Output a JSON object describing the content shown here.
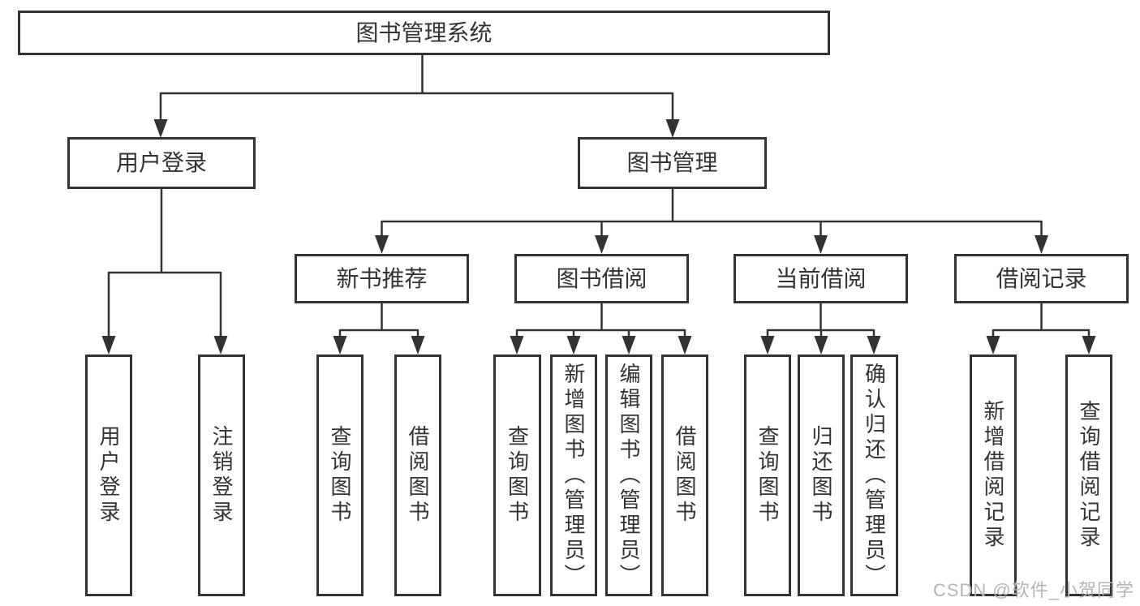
{
  "diagram": {
    "root": "图书管理系统",
    "level2": [
      "用户登录",
      "图书管理"
    ],
    "level3": [
      "新书推荐",
      "图书借阅",
      "当前借阅",
      "借阅记录"
    ],
    "leaves": {
      "user_login": [
        "用户登录",
        "注销登录"
      ],
      "new_book_recommend": [
        "查询图书",
        "借阅图书"
      ],
      "book_borrow": [
        "查询图书",
        "新增图书（管理员）",
        "编辑图书（管理员）",
        "借阅图书"
      ],
      "current_borrow": [
        "查询图书",
        "归还图书",
        "确认归还（管理员）"
      ],
      "borrow_record": [
        "新增借阅记录",
        "查询借阅记录"
      ]
    }
  },
  "watermark": "CSDN @软件_小贺同学",
  "colors": {
    "line": "#333333",
    "text": "#333333",
    "box_bg": "#ffffff",
    "background": "#ffffff",
    "watermark": "#b5b5b5"
  }
}
